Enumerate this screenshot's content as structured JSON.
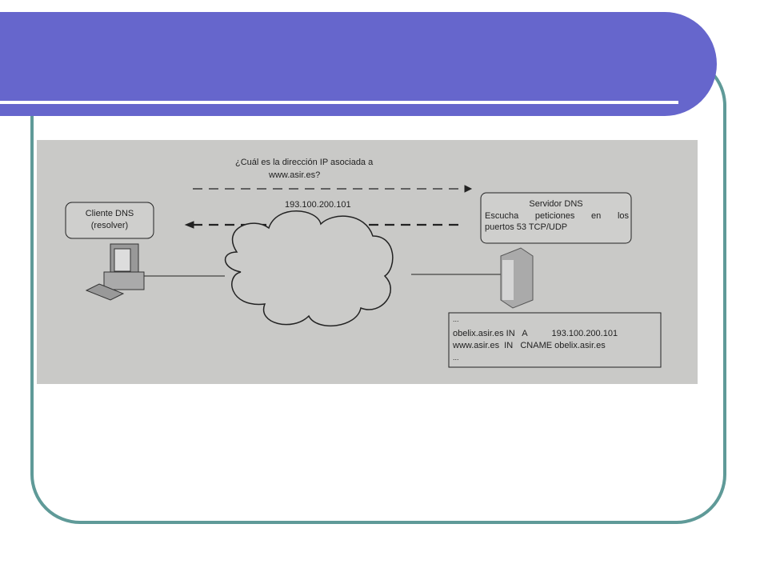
{
  "diagram": {
    "query_line1": "¿Cuál es la dirección IP asociada a",
    "query_line2": "www.asir.es?",
    "response": "193.100.200.101",
    "client_line1": "Cliente DNS",
    "client_line2": "(resolver)",
    "server_title": "Servidor DNS",
    "server_line1": "Escucha peticiones en los",
    "server_line2": "puertos 53 TCP/UDP",
    "records": {
      "dots_top": "...",
      "row1": "obelix.asir.es IN   A          193.100.200.101",
      "row2": "www.asir.es  IN   CNAME obelix.asir.es",
      "dots_bottom": "..."
    }
  },
  "colors": {
    "header": "#6666cc",
    "frame": "#5f9a98"
  }
}
